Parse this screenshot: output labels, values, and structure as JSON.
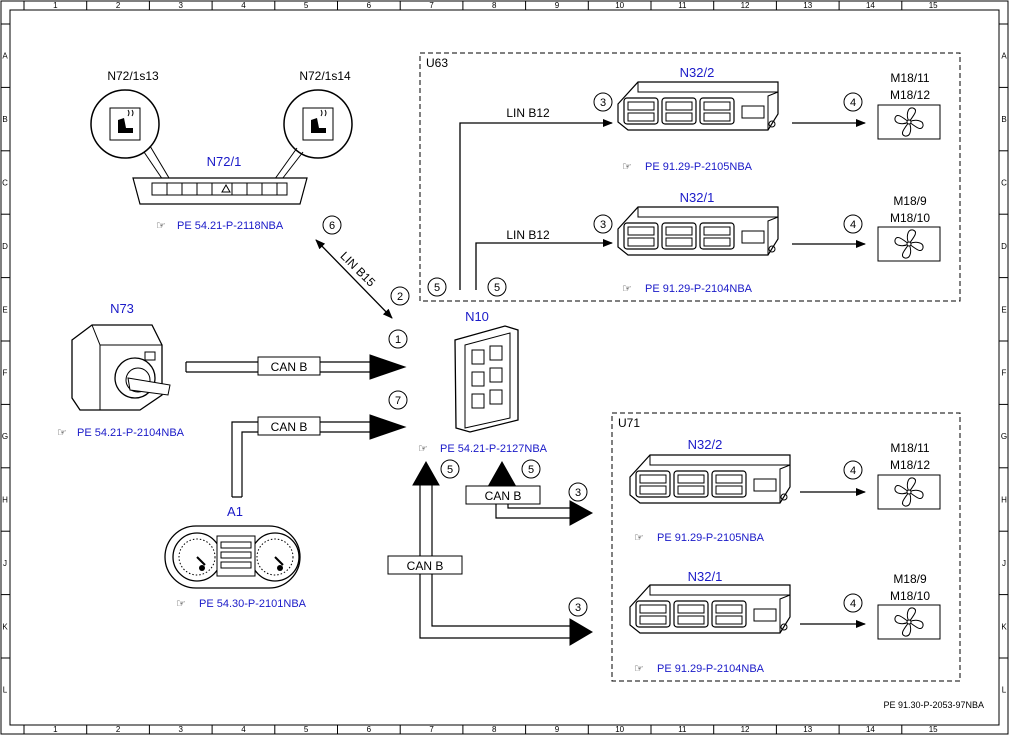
{
  "grid": {
    "cols": [
      "1",
      "2",
      "3",
      "4",
      "5",
      "6",
      "7",
      "8",
      "9",
      "10",
      "11",
      "12",
      "13",
      "14",
      "15"
    ],
    "rows": [
      "A",
      "B",
      "C",
      "D",
      "E",
      "F",
      "G",
      "H",
      "J",
      "K",
      "L"
    ]
  },
  "footer_ref": "PE 91.30-P-2053-97NBA",
  "groups": {
    "u63": "U63",
    "u71": "U71"
  },
  "components": {
    "n72_1s13": "N72/1s13",
    "n72_1s14": "N72/1s14",
    "n72_1": "N72/1",
    "n72_1_ref": "PE 54.21-P-2118NBA",
    "n73": "N73",
    "n73_ref": "PE 54.21-P-2104NBA",
    "a1": "A1",
    "a1_ref": "PE 54.30-P-2101NBA",
    "n10": "N10",
    "n10_ref": "PE 54.21-P-2127NBA",
    "u63_n32_2": "N32/2",
    "u63_n32_2_ref": "PE 91.29-P-2105NBA",
    "u63_n32_1": "N32/1",
    "u63_n32_1_ref": "PE 91.29-P-2104NBA",
    "u71_n32_2": "N32/2",
    "u71_n32_2_ref": "PE 91.29-P-2105NBA",
    "u71_n32_1": "N32/1",
    "u71_n32_1_ref": "PE 91.29-P-2104NBA",
    "m18_11": "M18/11",
    "m18_12": "M18/12",
    "m18_9": "M18/9",
    "m18_10": "M18/10"
  },
  "buses": {
    "lin_b12": "LIN B12",
    "lin_b15": "LIN B15",
    "can_b": "CAN B"
  },
  "markers": {
    "m1": "1",
    "m2": "2",
    "m3": "3",
    "m4": "4",
    "m5": "5",
    "m6": "6",
    "m7": "7"
  }
}
